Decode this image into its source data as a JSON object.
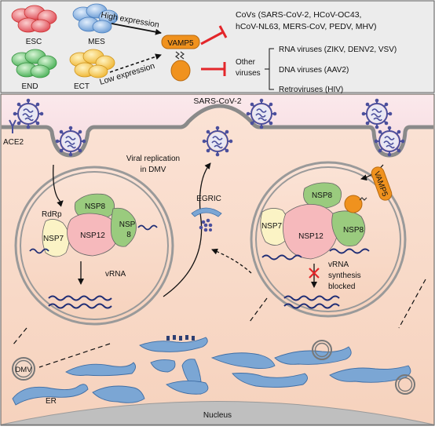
{
  "top_panel": {
    "cell_types": [
      "ESC",
      "MES",
      "END",
      "ECT"
    ],
    "high_expression": "High expression",
    "low_expression": "Low expression",
    "vamp5": "VAMP5",
    "covs_line1": "CoVs (SARS-CoV-2, HCoV-OC43,",
    "covs_line2": "hCoV-NL63, MERS-CoV, PEDV, MHV)",
    "other_line1": "Other",
    "other_line2": "viruses",
    "rna_viruses": "RNA viruses (ZIKV, DENV2, VSV)",
    "dna_viruses": "DNA viruses (AAV2)",
    "retroviruses": "Retroviruses (HIV)"
  },
  "bottom_panel": {
    "virus_label": "SARS-CoV-2",
    "receptor": "ACE2",
    "viral_replication_line1": "Viral replication",
    "viral_replication_line2": "in DMV",
    "egric": "EGRIC",
    "left_dmv": {
      "rdrp": "RdRp",
      "nsp7": "NSP7",
      "nsp8": "NSP8",
      "nsp12": "NSP12",
      "nsp8b_line1": "NSP",
      "nsp8b_line2": "8",
      "vrna": "vRNA"
    },
    "right_dmv": {
      "nsp8": "NSP8",
      "nsp7": "NSP7",
      "nsp12": "NSP12",
      "nsp8b": "NSP8",
      "vamp5": "VAMP5",
      "blocked_line1": "vRNA",
      "blocked_line2": "synthesis",
      "blocked_line3": "blocked"
    },
    "dmv": "DMV",
    "er": "ER",
    "nucleus": "Nucleus"
  },
  "colors": {
    "top_bg": "#ececec",
    "cell_bg": "#f9e4d4",
    "membrane": "#888888",
    "vamp5": "#f0921e",
    "inhibit": "#e3262a",
    "er": "#7ba6d4",
    "nsp8": "#9acb7e",
    "nsp12": "#f6b9bc",
    "nsp7": "#fbf3c5",
    "virus": "#4b4f9c"
  }
}
